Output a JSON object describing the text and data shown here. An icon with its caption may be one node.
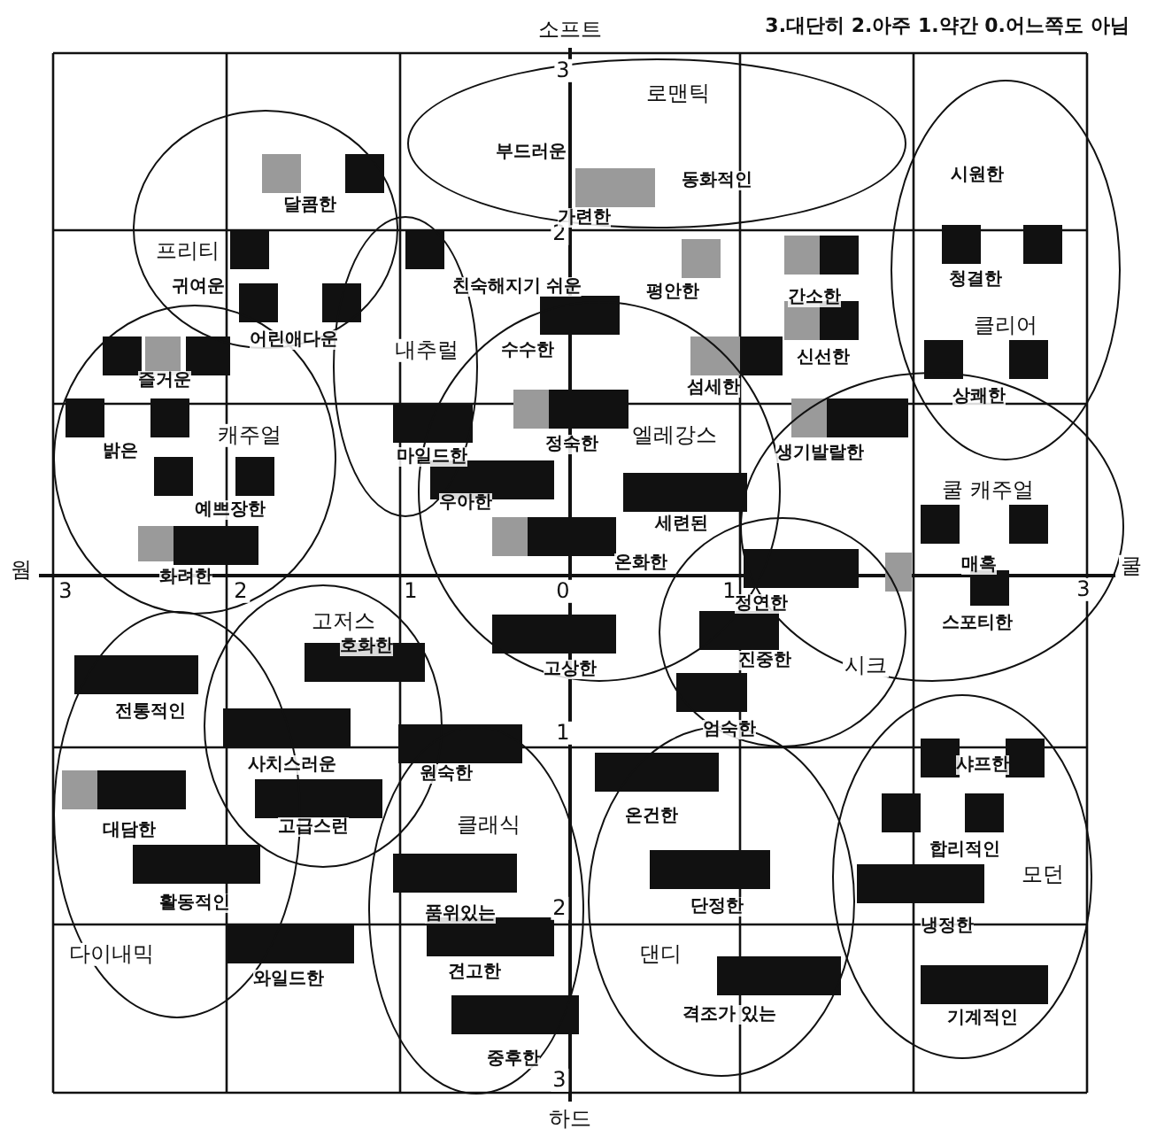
{
  "diagram": {
    "nodes": [
      {
        "text": [
          "프리티"
        ]
      },
      {
        "text": [
          "로맨틱"
        ]
      },
      {
        "text": [
          "클리어"
        ]
      },
      {
        "text": [
          "내추럴"
        ]
      },
      {
        "text": [
          "캐주얼"
        ]
      },
      {
        "text": [
          "엘레강스"
        ]
      },
      {
        "text": [
          "쿨 캐주얼"
        ]
      },
      {
        "text": [
          "고저스"
        ]
      },
      {
        "text": [
          "시크"
        ]
      },
      {
        "text": [
          "클래식"
        ]
      },
      {
        "text": [
          "댄디"
        ]
      },
      {
        "text": [
          "모던"
        ]
      },
      {
        "text": [
          "다이내믹"
        ]
      }
    ],
    "labels": [
      "3.대단히 2.아주 1.약간 0.어느쪽도 아님",
      "소프트",
      "3",
      "2",
      "웜",
      "3",
      "2",
      "1",
      "0",
      "1",
      "3",
      "쿨",
      "1",
      "2",
      "3",
      "하드",
      "부드러운",
      "시원한",
      "동화적인",
      "달콤한",
      "가련한",
      "청결한",
      "귀여운",
      "친숙해지기 쉬운",
      "평안한",
      "간소한",
      "어린애다운",
      "수수한",
      "신선한",
      "즐거운",
      "섬세한",
      "상쾌한",
      "정숙한",
      "밝은",
      "생기발랄한",
      "마일드한",
      "우아한",
      "예쁘장한",
      "세련된",
      "매혹",
      "온화한",
      "화려한",
      "정연한",
      "스포티한",
      "호화한",
      "진중한",
      "고상한",
      "전통적인",
      "엄숙한",
      "사치스러운",
      "샤프한",
      "원숙한",
      "온건한",
      "고급스런",
      "대담한",
      "합리적인",
      "활동적인",
      "단정한",
      "품위있는",
      "냉정한",
      "견고한",
      "와일드한",
      "격조가 있는",
      "기계적인",
      "중후한"
    ]
  }
}
